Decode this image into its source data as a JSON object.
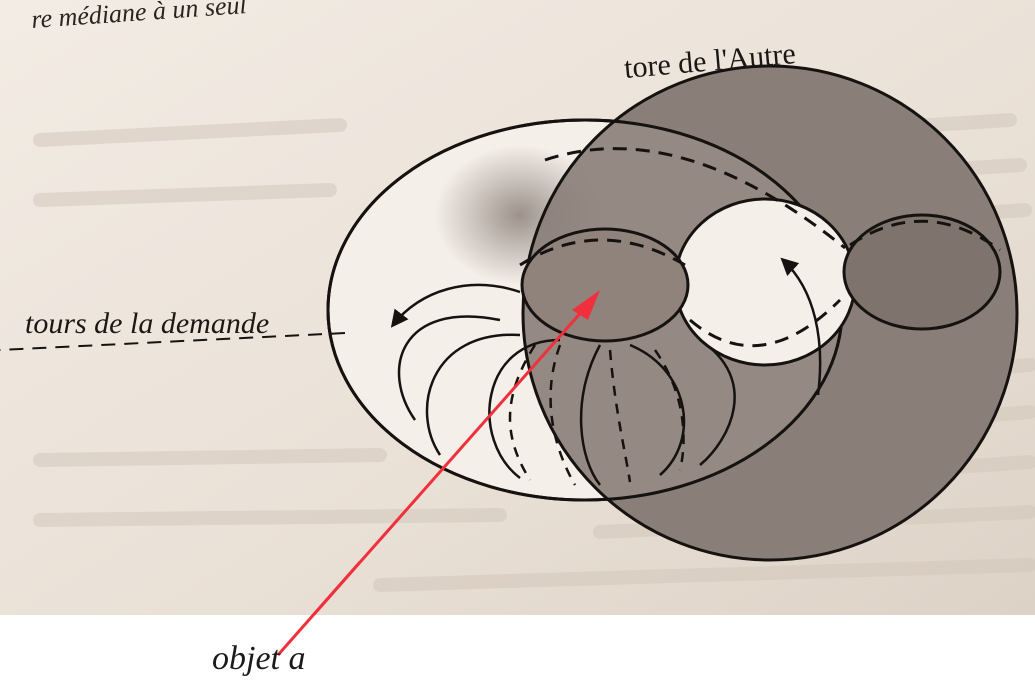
{
  "page_header_fragment": "re médiane à un seul",
  "labels": {
    "other_torus": "tore de l'Autre",
    "demand_turns": "tours de la demande",
    "object_a": "objet a"
  },
  "colors": {
    "paper": "#ece4da",
    "ink": "#151210",
    "shading": "#8a7e78",
    "pointer_arrow": "#f0303c"
  }
}
